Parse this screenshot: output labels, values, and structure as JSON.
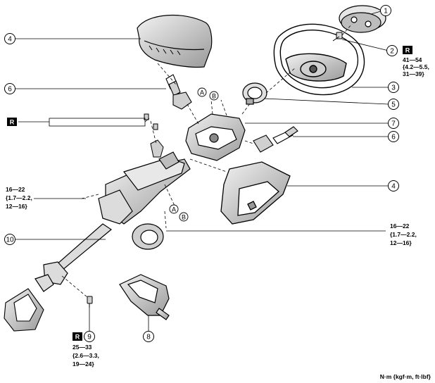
{
  "callouts": {
    "c1": "1",
    "c2": "2",
    "c3": "3",
    "c4a": "4",
    "c4b": "4",
    "c5": "5",
    "c6a": "6",
    "c6b": "6",
    "c7": "7",
    "c8": "8",
    "c9": "9",
    "c10": "10"
  },
  "refs": {
    "A1": "A",
    "B1": "B",
    "A2": "A",
    "B2": "B"
  },
  "r_marker": "R",
  "torque_specs": {
    "steering_wheel": [
      "41—54",
      "{4.2—5.5,",
      "31—39}"
    ],
    "column_left": [
      "16—22",
      "{1.7—2.2,",
      "12—16}"
    ],
    "column_right": [
      "16—22",
      "{1.7—2.2,",
      "12—16}"
    ],
    "joint_bolt": [
      "25—33",
      "{2.6—3.3,",
      "19—24}"
    ]
  },
  "units_note": "N·m {kgf·m, ft·lbf}"
}
